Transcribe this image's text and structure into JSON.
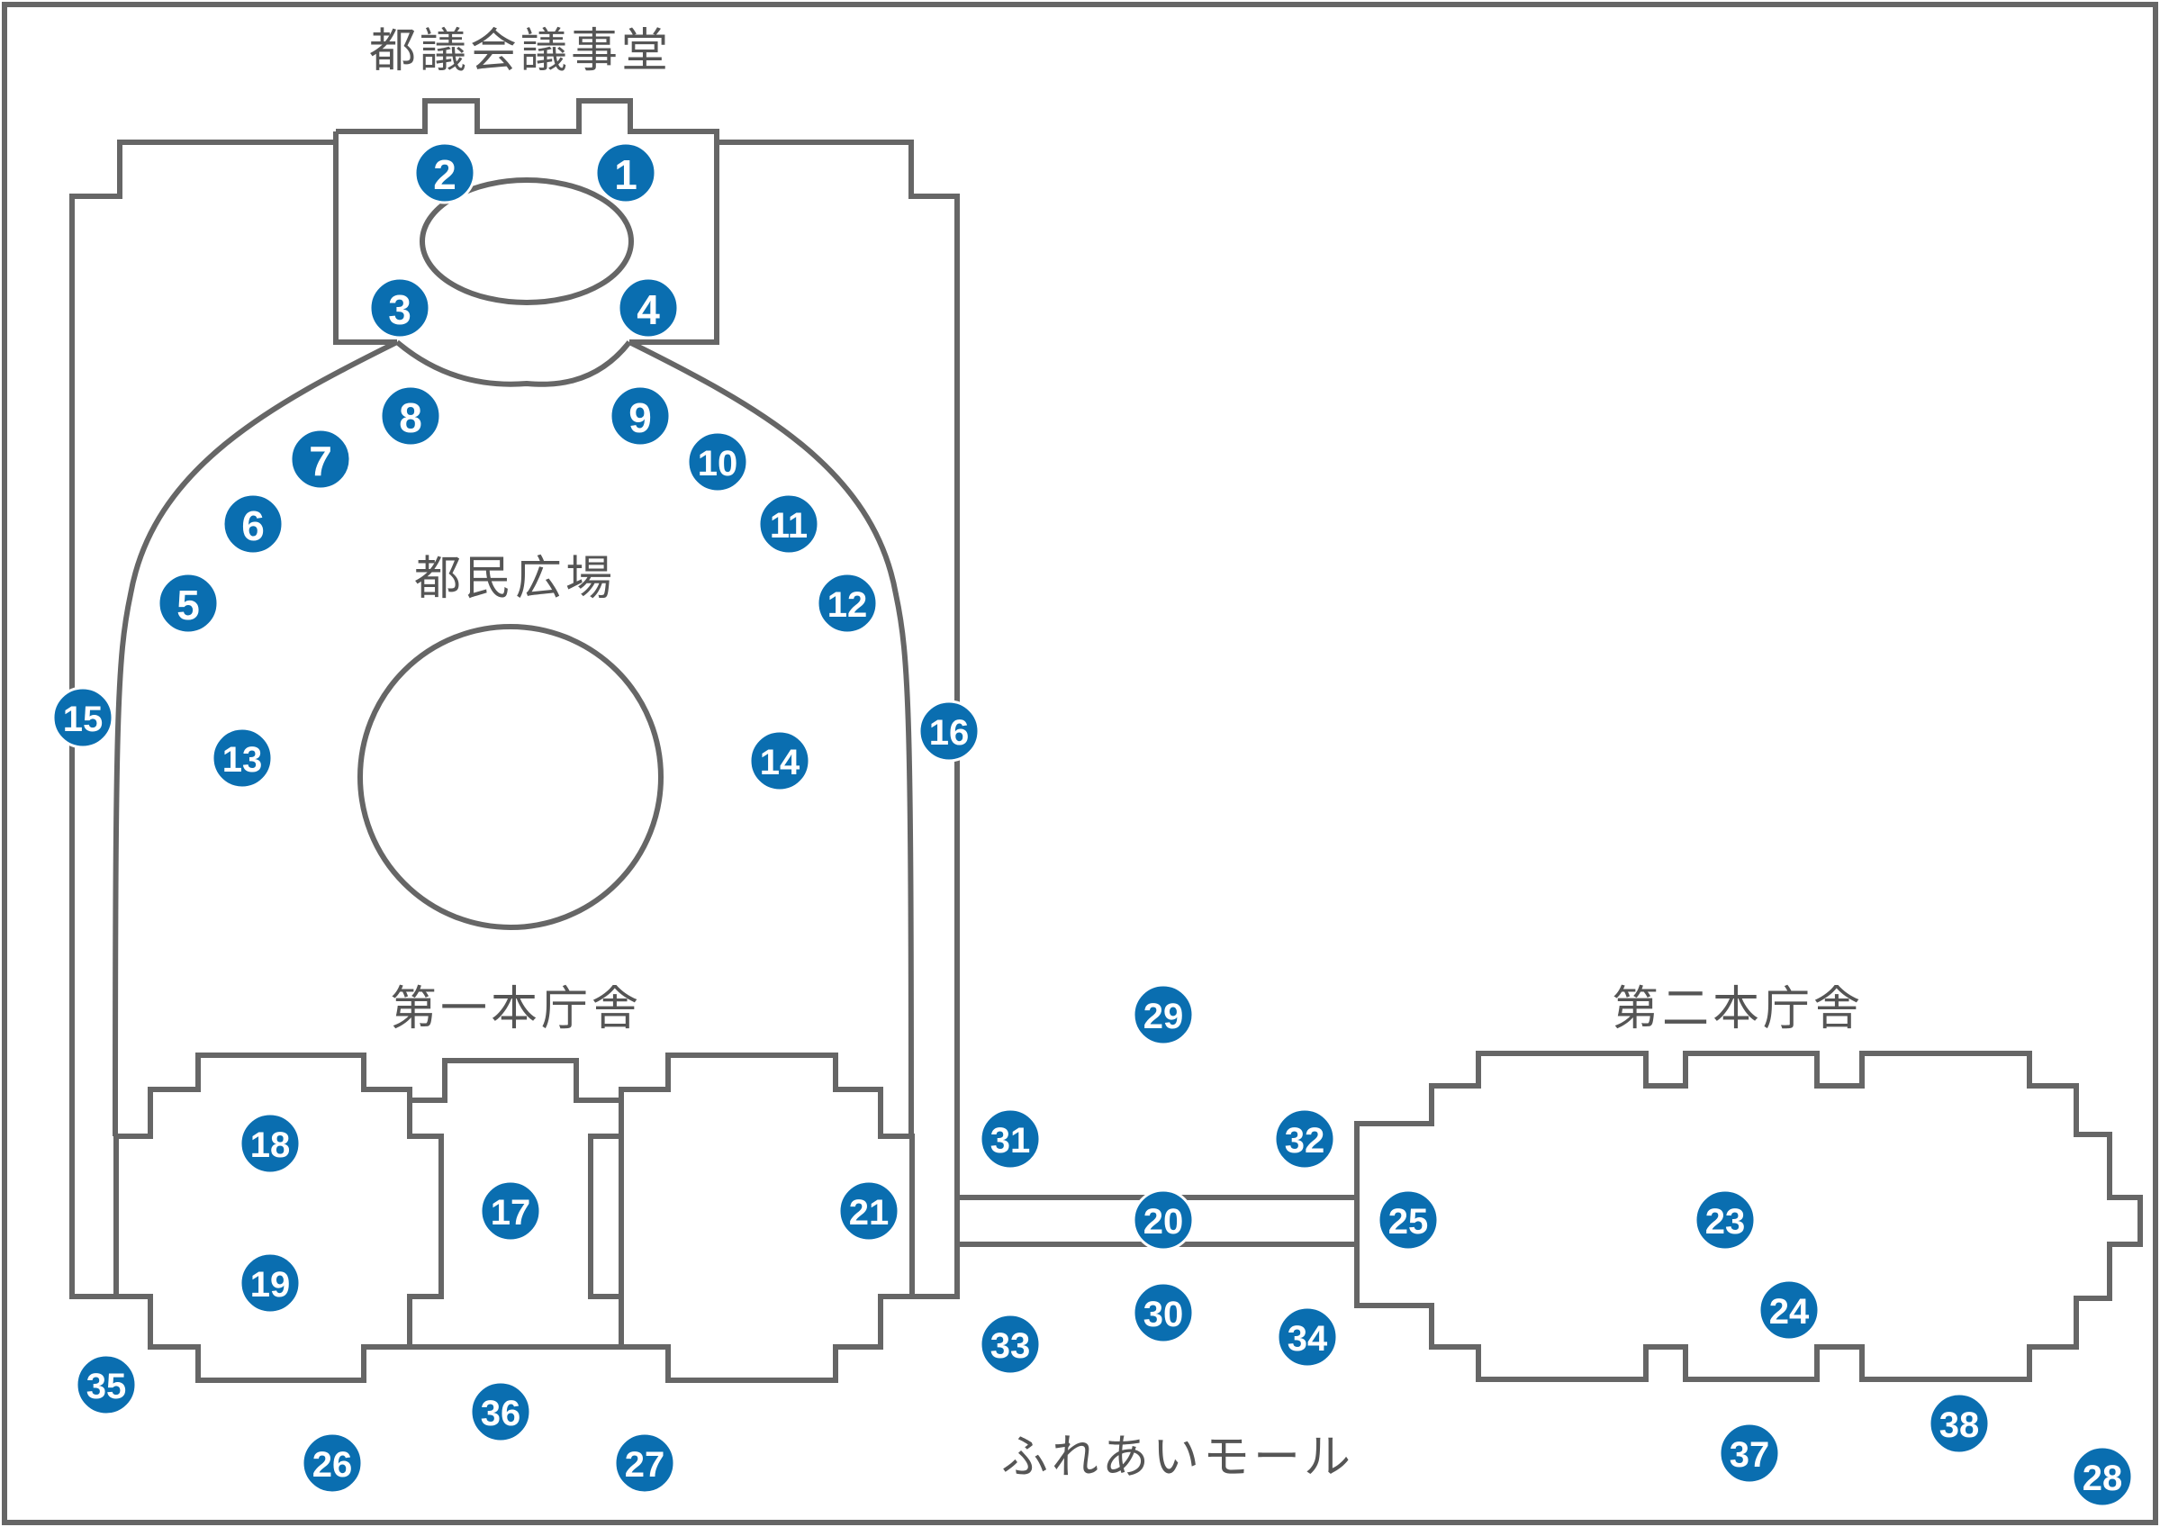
{
  "labels": {
    "assembly": "都議会議事堂",
    "plaza": "都民広場",
    "building1": "第一本庁舎",
    "building2": "第二本庁舎",
    "mall": "ふれあいモール"
  },
  "marker_color": "#0a6eb0",
  "line_color": "#666666",
  "markers": [
    "1",
    "2",
    "3",
    "4",
    "5",
    "6",
    "7",
    "8",
    "9",
    "10",
    "11",
    "12",
    "13",
    "14",
    "15",
    "16",
    "17",
    "18",
    "19",
    "20",
    "21",
    "23",
    "24",
    "25",
    "26",
    "27",
    "28",
    "29",
    "30",
    "31",
    "32",
    "33",
    "34",
    "35",
    "36",
    "37",
    "38"
  ]
}
